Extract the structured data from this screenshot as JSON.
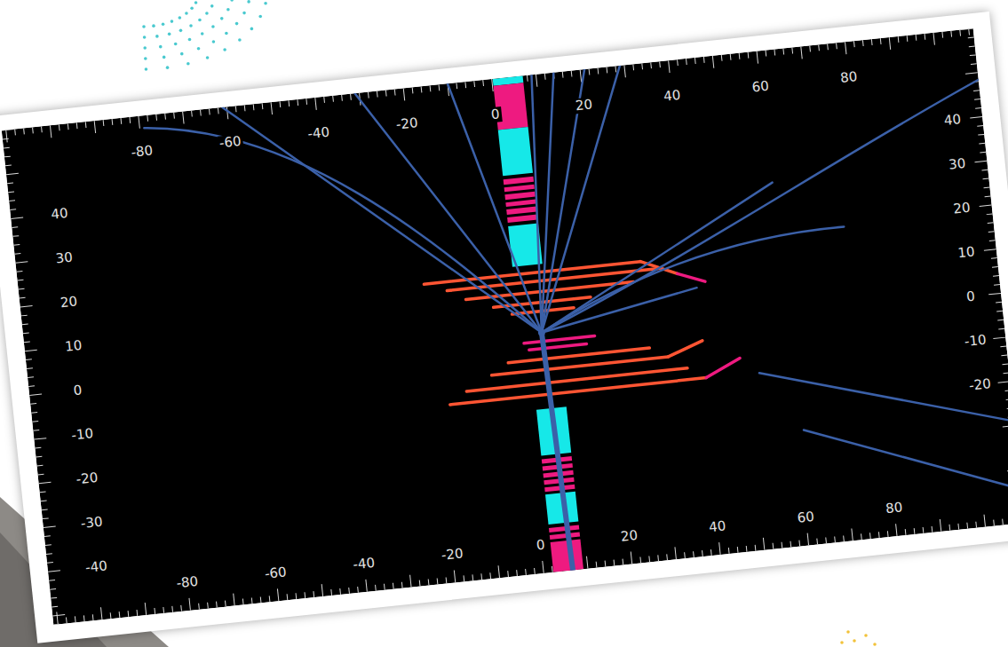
{
  "diagram": {
    "labels": [
      "-80",
      "-60",
      "-40",
      "-20",
      "0",
      "20",
      "40",
      "60",
      "80",
      "40",
      "30",
      "20",
      "10",
      "0",
      "-10",
      "-20",
      "-30",
      "-40",
      "-80",
      "-60",
      "-40",
      "-20",
      "0",
      "20",
      "40",
      "60",
      "80",
      "40",
      "30",
      "20",
      "10",
      "0",
      "-10",
      "-20"
    ]
  }
}
